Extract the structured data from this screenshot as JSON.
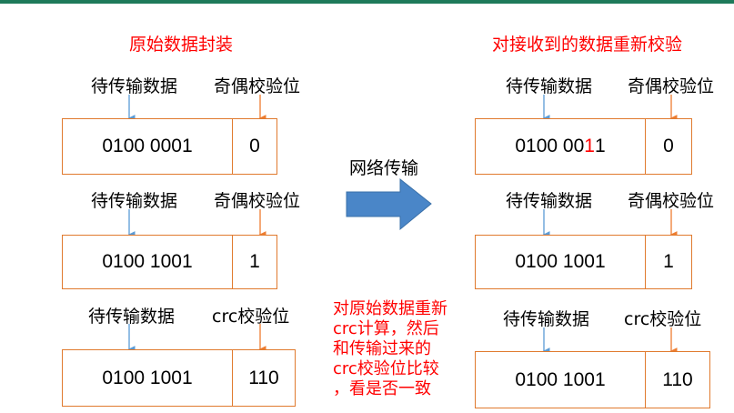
{
  "left": {
    "title": "原始数据封装",
    "rows": [
      {
        "data_label": "待传输数据",
        "check_label": "奇偶校验位",
        "data": "0100 0001",
        "check": "0"
      },
      {
        "data_label": "待传输数据",
        "check_label": "奇偶校验位",
        "data": "0100 1001",
        "check": "1"
      },
      {
        "data_label": "待传输数据",
        "check_label": "crc校验位",
        "data": "0100 1001",
        "check": "110"
      }
    ]
  },
  "middle": {
    "transfer_label": "网络传输",
    "note_lines": [
      "对原始数据重新",
      "crc计算，然后",
      "和传输过来的",
      "crc校验位比较",
      "，看是否一致"
    ]
  },
  "right": {
    "title": "对接收到的数据重新校验",
    "rows": [
      {
        "data_label": "待传输数据",
        "check_label": "奇偶校验位",
        "data_prefix": "0100 00",
        "data_flipped": "1",
        "data_suffix": "1",
        "check": "0"
      },
      {
        "data_label": "待传输数据",
        "check_label": "奇偶校验位",
        "data": "0100 1001",
        "check": "1"
      },
      {
        "data_label": "待传输数据",
        "check_label": "crc校验位",
        "data": "0100 1001",
        "check": "110"
      }
    ]
  },
  "colors": {
    "data_arrow": "#5b9bd5",
    "check_arrow": "#ed7d31",
    "box_border": "#e07a2e",
    "big_arrow": "#4a86c8",
    "highlight": "#ff0000",
    "header_bar": "#1e7a5a"
  }
}
